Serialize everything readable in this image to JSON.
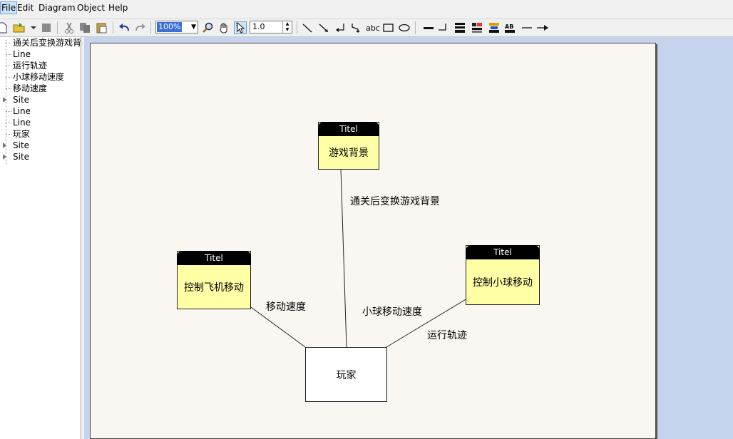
{
  "menu": [
    "File",
    "Edit",
    "Diagram",
    "Object",
    "Help"
  ],
  "toolbar": {
    "zoom": "100%",
    "line_width": "1.0",
    "text_tool": "abc"
  },
  "tree": [
    {
      "label": "通关后变换游戏背",
      "expandable": false
    },
    {
      "label": "Line",
      "expandable": false
    },
    {
      "label": "运行轨迹",
      "expandable": false
    },
    {
      "label": "小球移动速度",
      "expandable": false
    },
    {
      "label": "移动速度",
      "expandable": false
    },
    {
      "label": "Site",
      "expandable": true
    },
    {
      "label": "Line",
      "expandable": false
    },
    {
      "label": "Line",
      "expandable": false
    },
    {
      "label": "玩家",
      "expandable": false
    },
    {
      "label": "Site",
      "expandable": true
    },
    {
      "label": "Site",
      "expandable": true
    }
  ],
  "diagram": {
    "nodes": {
      "background": {
        "title": "Titel",
        "text": "游戏背景"
      },
      "plane": {
        "title": "Titel",
        "text": "控制飞机移动"
      },
      "ball": {
        "title": "Titel",
        "text": "控制小球移动"
      },
      "player": {
        "text": "玩家"
      }
    },
    "edge_labels": {
      "bg": "通关后变换游戏背景",
      "speed": "移动速度",
      "ball_speed": "小球移动速度",
      "track": "运行轨迹"
    }
  },
  "colors": {
    "node_fill": "#ffffa6",
    "canvas": "#faf7f2",
    "workspace": "#c5d3ec"
  }
}
